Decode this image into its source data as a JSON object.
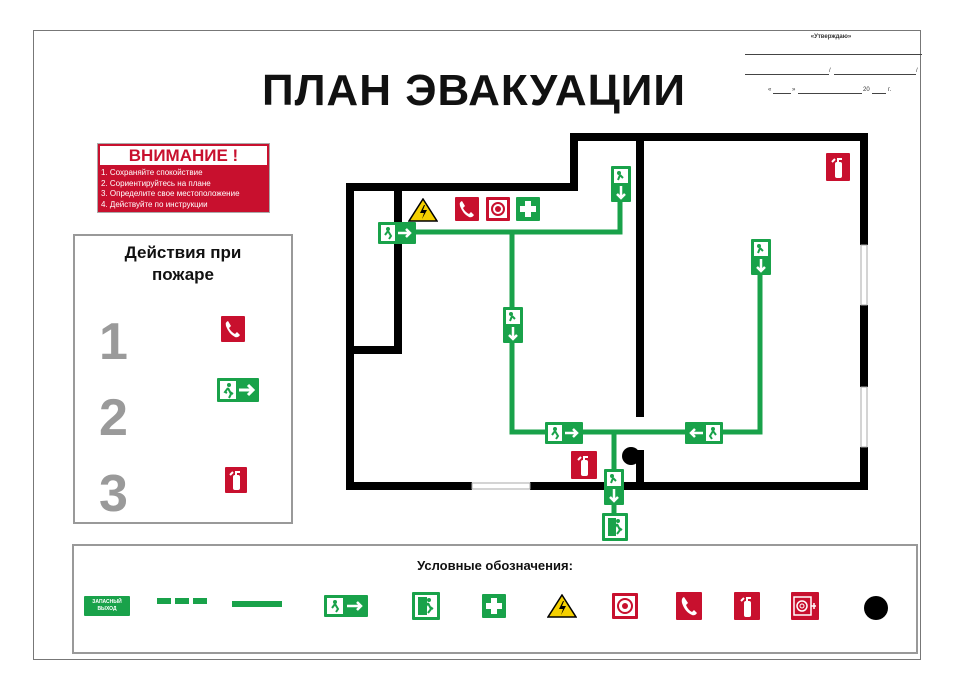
{
  "title": "ПЛАН ЭВАКУАЦИИ",
  "approve": {
    "heading": "«Утверждаю»",
    "slash1": "/",
    "slash2": "/",
    "date_open": "«",
    "date_close": "»",
    "year": "20",
    "year_suffix": "г."
  },
  "attention": {
    "heading": "ВНИМАНИЕ !",
    "items": [
      "1. Сохраняйте спокойствие",
      "2. Сориентируйтесь на плане",
      "3. Определите свое местоположение",
      "4. Действуйте по инструкции"
    ]
  },
  "actions": {
    "title_line1": "Действия при",
    "title_line2": "пожаре",
    "steps": [
      {
        "number": "1",
        "icon": "phone-icon"
      },
      {
        "number": "2",
        "icon": "exit-arrow-icon"
      },
      {
        "number": "3",
        "icon": "fire-extinguisher-icon"
      }
    ]
  },
  "legend": {
    "title": "Условные обозначения:",
    "items": [
      {
        "icon": "spare-exit-sign",
        "text": "ЗАПАСНЫЙ ВЫХОД"
      },
      {
        "icon": "dashed-route-line"
      },
      {
        "icon": "solid-route-line"
      },
      {
        "icon": "exit-arrow-icon"
      },
      {
        "icon": "running-man-icon"
      },
      {
        "icon": "first-aid-icon"
      },
      {
        "icon": "electric-hazard-icon"
      },
      {
        "icon": "fire-alarm-button-icon"
      },
      {
        "icon": "phone-icon"
      },
      {
        "icon": "fire-extinguisher-icon"
      },
      {
        "icon": "fire-hose-icon"
      },
      {
        "icon": "you-are-here-dot"
      }
    ]
  },
  "colors": {
    "route_green": "#19a24a",
    "sign_red": "#c8102e",
    "wall_black": "#000000",
    "hazard_yellow": "#f5d000"
  }
}
